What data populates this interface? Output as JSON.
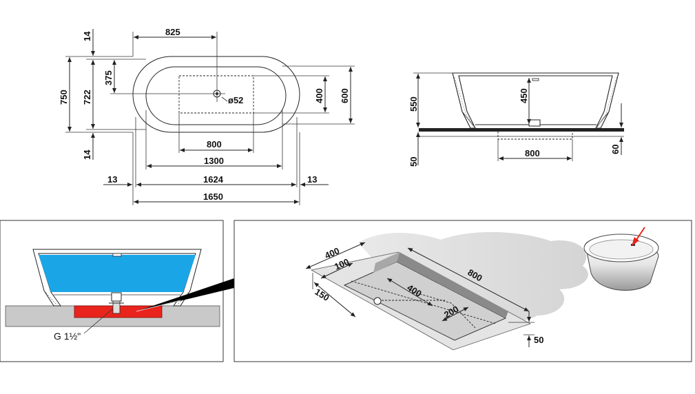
{
  "top_view": {
    "dim_825": "825",
    "dim_14_top": "14",
    "dim_750": "750",
    "dim_722": "722",
    "dim_375": "375",
    "dim_14_bottom": "14",
    "dim_52": "ø52",
    "dim_400": "400",
    "dim_600": "600",
    "dim_800": "800",
    "dim_1300": "1300",
    "dim_13_left": "13",
    "dim_13_right": "13",
    "dim_1624": "1624",
    "dim_1650": "1650"
  },
  "side_view": {
    "dim_550": "550",
    "dim_450": "450",
    "dim_800": "800",
    "dim_50": "50",
    "dim_60": "60"
  },
  "detail_view": {
    "label": "G 1½\""
  },
  "recess_view": {
    "dim_400_top": "400",
    "dim_100": "100",
    "dim_150": "150",
    "dim_400_inner": "400",
    "dim_200": "200",
    "dim_800": "800",
    "dim_50": "50"
  },
  "colors": {
    "water": "#1aa6e6",
    "drain_block": "#e8241c",
    "floor": "#c9c9c9",
    "arrow": "#e8241c"
  }
}
